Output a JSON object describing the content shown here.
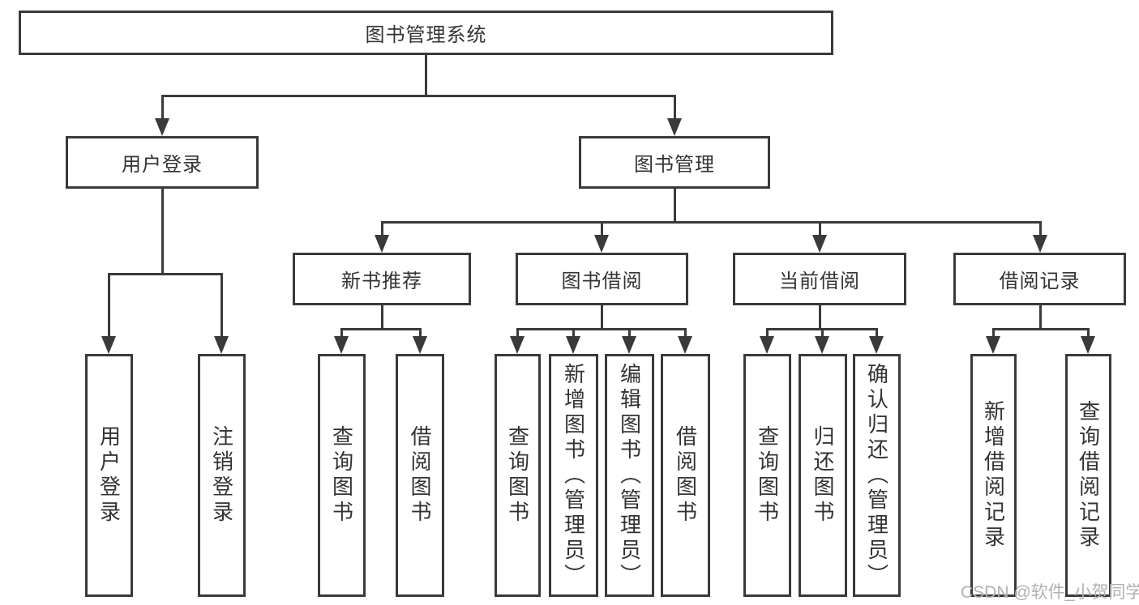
{
  "tree": {
    "label": "图书管理系统",
    "children": [
      {
        "label": "用户登录",
        "children": [
          {
            "label": "用户登录"
          },
          {
            "label": "注销登录"
          }
        ]
      },
      {
        "label": "图书管理",
        "children": [
          {
            "label": "新书推荐",
            "children": [
              {
                "label": "查询图书"
              },
              {
                "label": "借阅图书"
              }
            ]
          },
          {
            "label": "图书借阅",
            "children": [
              {
                "label": "查询图书"
              },
              {
                "label": "新增图书（管理员）"
              },
              {
                "label": "编辑图书（管理员）"
              },
              {
                "label": "借阅图书"
              }
            ]
          },
          {
            "label": "当前借阅",
            "children": [
              {
                "label": "查询图书"
              },
              {
                "label": "归还图书"
              },
              {
                "label": "确认归还（管理员）"
              }
            ]
          },
          {
            "label": "借阅记录",
            "children": [
              {
                "label": "新增借阅记录"
              },
              {
                "label": "查询借阅记录"
              }
            ]
          }
        ]
      }
    ]
  },
  "watermark": {
    "text": "CSDN @软件_小贺同学",
    "color": "#b0b0b0"
  },
  "colors": {
    "line": "#3a3a3a",
    "text": "#333333",
    "box_fill": "#ffffff",
    "background": "#ffffff"
  }
}
